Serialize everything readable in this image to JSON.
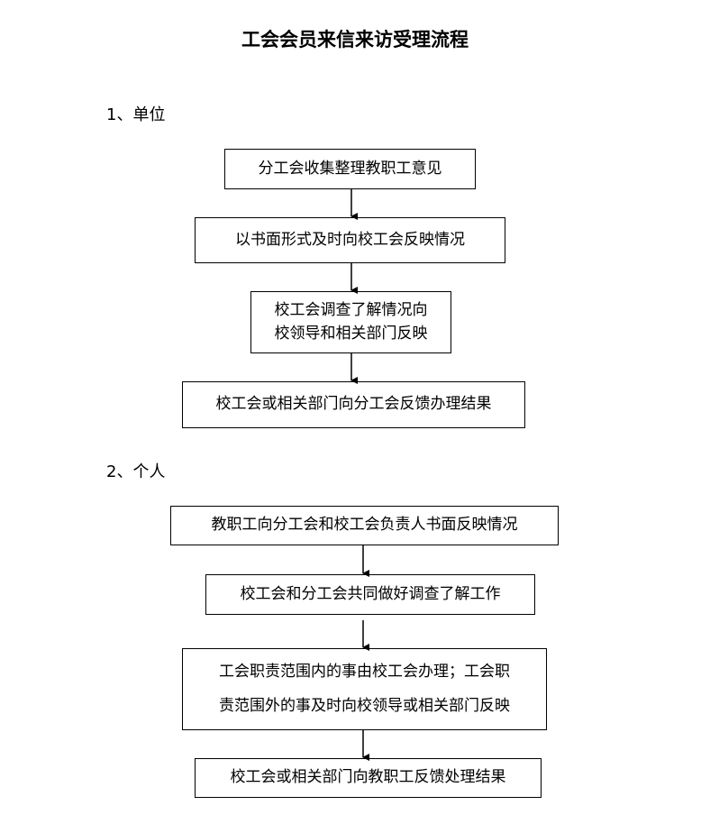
{
  "title": "工会会员来信来访受理流程",
  "sections": [
    {
      "heading": "1、单位",
      "steps": [
        "分工会收集整理教职工意见",
        "以书面形式及时向校工会反映情况",
        "校工会调查了解情况向\n校领导和相关部门反映",
        "校工会或相关部门向分工会反馈办理结果"
      ]
    },
    {
      "heading": "2、个人",
      "steps": [
        "教职工向分工会和校工会负责人书面反映情况",
        "校工会和分工会共同做好调查了解工作",
        "工会职责范围内的事由校工会办理；工会职\n责范围外的事及时向校领导或相关部门反映",
        "校工会或相关部门向教职工反馈处理结果"
      ]
    }
  ]
}
